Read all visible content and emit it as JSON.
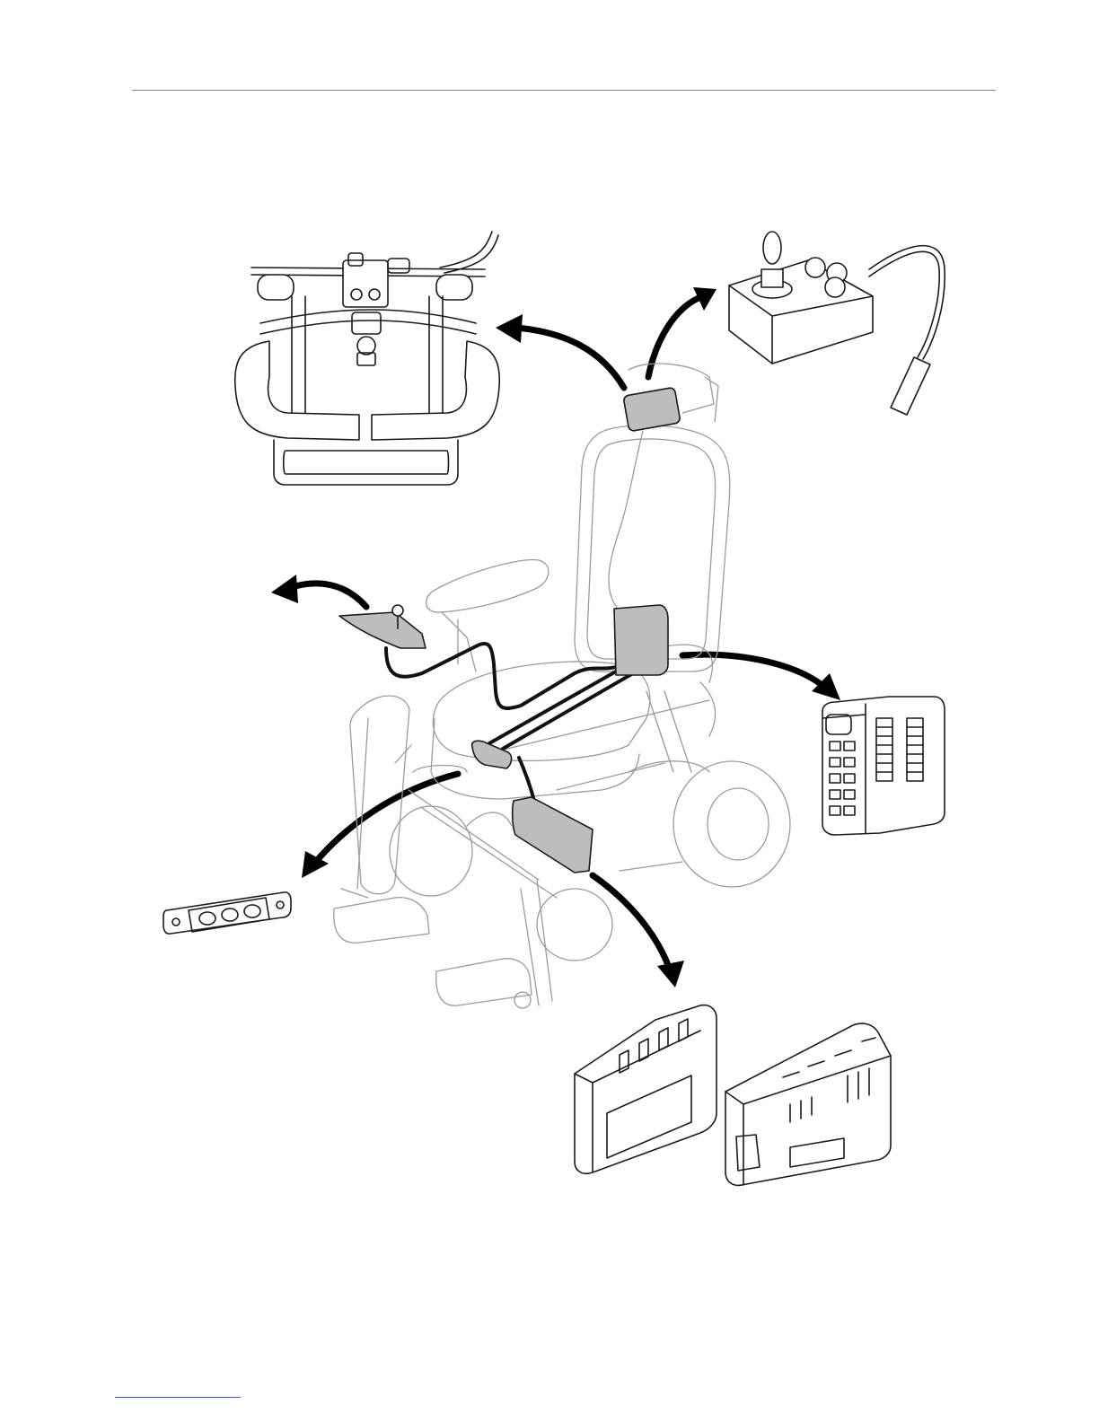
{
  "page": {
    "header_rule": "",
    "footer_link": ""
  },
  "figure": {
    "chair": "wheelchair-electronics-overview",
    "callouts": [
      {
        "id": "attendant-control",
        "icon": "attendant-handle-icon"
      },
      {
        "id": "joystick-module",
        "icon": "joystick-icon"
      },
      {
        "id": "seating-module",
        "icon": "seating-module-icon"
      },
      {
        "id": "bus-connector",
        "icon": "connector-icon"
      },
      {
        "id": "power-module",
        "icon": "power-module-icon"
      },
      {
        "id": "armrest-module",
        "icon": "armrest-icon"
      }
    ]
  }
}
